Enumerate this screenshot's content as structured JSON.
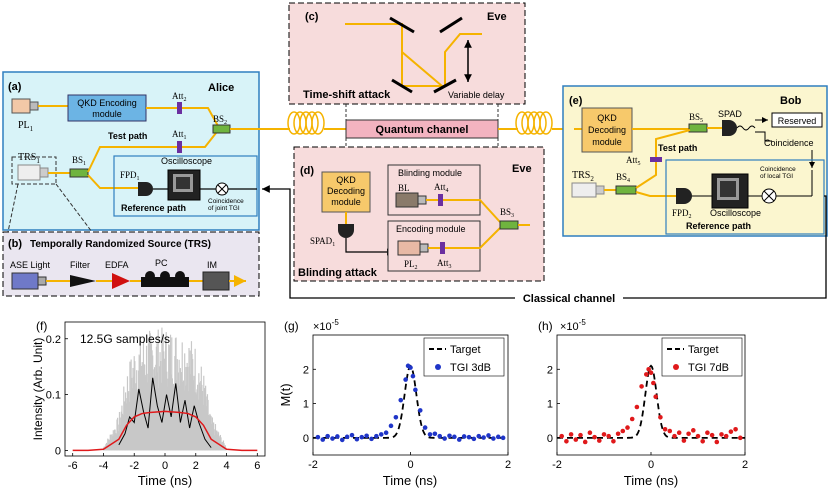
{
  "labels": {
    "a": "(a)",
    "b": "(b)",
    "c": "(c)",
    "d": "(d)",
    "e": "(e)",
    "f": "(f)",
    "g": "(g)",
    "h": "(h)"
  },
  "alice": {
    "title": "Alice",
    "pl1": "PL",
    "pl1_sub": "1",
    "qkd_encoding": [
      "QKD Encoding",
      "module"
    ],
    "att2": "Att",
    "att2_sub": "2",
    "att1": "Att",
    "att1_sub": "1",
    "bs2": "BS",
    "bs2_sub": "2",
    "bs1": "BS",
    "bs1_sub": "1",
    "trs1": "TRS",
    "trs1_sub": "1",
    "test_path": "Test path",
    "fpd1": "FPD",
    "fpd1_sub": "1",
    "oscilloscope": "Oscilloscope",
    "reference_path": "Reference path",
    "coincidence": [
      "Coincidence",
      "of joint TGI"
    ]
  },
  "trs": {
    "title": "Temporally Randomized Source (TRS)",
    "items": [
      "ASE Light",
      "Filter",
      "EDFA",
      "PC",
      "IM"
    ]
  },
  "eve_c": {
    "eve": "Eve",
    "title": "Time-shift attack",
    "delay": "Variable delay"
  },
  "quantum_channel": "Quantum channel",
  "classical_channel": "Classical channel",
  "eve_d": {
    "eve": "Eve",
    "qkd_decoding": [
      "QKD",
      "Decoding",
      "module"
    ],
    "blinding_module": "Blinding module",
    "bl": "BL",
    "att4": "Att",
    "att4_sub": "4",
    "encoding_module": "Encoding module",
    "pl2": "PL",
    "pl2_sub": "2",
    "att3": "Att",
    "att3_sub": "3",
    "bs3": "BS",
    "bs3_sub": "3",
    "spad1": "SPAD",
    "spad1_sub": "1",
    "title": "Blinding attack"
  },
  "bob": {
    "title": "Bob",
    "qkd_decoding": [
      "QKD",
      "Decoding",
      "module"
    ],
    "bs5": "BS",
    "bs5_sub": "5",
    "spad": "SPAD",
    "reserved": "Reserved",
    "coincidence": "Coincidence",
    "test_path": "Test path",
    "att5": "Att",
    "att5_sub": "5",
    "trs2": "TRS",
    "trs2_sub": "2",
    "bs4": "BS",
    "bs4_sub": "4",
    "fpd2": "FPD",
    "fpd2_sub": "2",
    "oscilloscope": "Oscilloscope",
    "coincidence_local": [
      "Coincidence",
      "of local TGI"
    ],
    "reference_path": "Reference path"
  },
  "panel_f": {
    "annotation": "12.5G samples/s",
    "ylabel": "Intensity (Arb. Unit)",
    "xlabel": "Time (ns)",
    "xticks": [
      "-6",
      "-4",
      "-2",
      "0",
      "2",
      "4",
      "6"
    ],
    "yticks": [
      "0",
      "0.1",
      "0.2"
    ]
  },
  "panel_g": {
    "ylabel": "M(t)",
    "xlabel": "Time (ns)",
    "exponent": "×10",
    "exponent_power": "-5",
    "xticks": [
      "-2",
      "0",
      "2"
    ],
    "yticks": [
      "0",
      "1",
      "2"
    ],
    "legend": [
      "Target",
      "TGI 3dB"
    ]
  },
  "panel_h": {
    "xlabel": "Time (ns)",
    "exponent": "×10",
    "exponent_power": "-5",
    "xticks": [
      "-2",
      "0",
      "2"
    ],
    "yticks": [
      "0",
      "1",
      "2"
    ],
    "legend": [
      "Target",
      "TGI 7dB"
    ]
  },
  "colors": {
    "beam": "#f5b300",
    "alice_bg": "#d8f3f8",
    "alice_border": "#2f7fbf",
    "eve_bg": "#f7dcdc",
    "bob_bg": "#fbf6cf",
    "module_orange": "#f7c96b",
    "module_blue": "#6cb4e4",
    "green": "#6fb43f",
    "purple": "#6b2fa0",
    "series_blue": "#1f35c8",
    "series_red": "#e0191b",
    "band_gray": "#c8c8c8"
  },
  "chart_data": [
    {
      "type": "line",
      "panel": "f",
      "xlabel": "Time (ns)",
      "ylabel": "Intensity (Arb. Unit)",
      "xlim": [
        -6.5,
        6.5
      ],
      "ylim": [
        -0.01,
        0.23
      ],
      "series": [
        {
          "values_from": "average_envelope",
          "x": [
            -6,
            -5,
            -4,
            -3,
            -2.5,
            -2,
            -1.5,
            -1,
            0,
            1,
            1.5,
            2,
            2.5,
            3,
            4,
            5,
            6
          ],
          "y": [
            0,
            0,
            0.002,
            0.02,
            0.045,
            0.06,
            0.066,
            0.068,
            0.07,
            0.068,
            0.066,
            0.06,
            0.045,
            0.02,
            0.002,
            0,
            0
          ]
        },
        {
          "values_from": "single_shot",
          "x": [
            -3,
            -2.6,
            -2.3,
            -2,
            -1.7,
            -1.4,
            -1.1,
            -0.8,
            -0.5,
            -0.2,
            0.1,
            0.4,
            0.7,
            1,
            1.3,
            1.6,
            1.9,
            2.2,
            2.6,
            3
          ],
          "y": [
            0.01,
            0.03,
            0.06,
            0.05,
            0.11,
            0.07,
            0.04,
            0.13,
            0.08,
            0.05,
            0.1,
            0.06,
            0.12,
            0.05,
            0.09,
            0.04,
            0.08,
            0.05,
            0.02,
            0.005
          ]
        }
      ]
    },
    {
      "type": "line",
      "panel": "g",
      "xlabel": "Time (ns)",
      "ylabel": "M(t)",
      "xlim": [
        -2,
        2
      ],
      "ylim": [
        -0.5,
        3
      ],
      "unit_scale": "×10^-5",
      "series": [
        {
          "name": "Target",
          "x": [
            -2,
            -0.8,
            -0.5,
            -0.3,
            -0.15,
            0,
            0.15,
            0.3,
            0.5,
            0.8,
            2
          ],
          "y": [
            0,
            0,
            0.05,
            0.5,
            1.4,
            2.1,
            1.4,
            0.5,
            0.05,
            0,
            0
          ]
        },
        {
          "name": "TGI 3dB",
          "x": [
            -1.9,
            -1.8,
            -1.7,
            -1.6,
            -1.5,
            -1.4,
            -1.3,
            -1.2,
            -1.1,
            -1.0,
            -0.9,
            -0.8,
            -0.7,
            -0.6,
            -0.5,
            -0.4,
            -0.3,
            -0.2,
            -0.1,
            -0.05,
            0,
            0.05,
            0.1,
            0.2,
            0.3,
            0.4,
            0.5,
            0.6,
            0.7,
            0.8,
            0.9,
            1.0,
            1.1,
            1.2,
            1.3,
            1.4,
            1.5,
            1.6,
            1.7,
            1.8,
            1.9
          ],
          "y": [
            0.02,
            -0.05,
            0.05,
            -0.02,
            0.04,
            -0.06,
            0.03,
            0.08,
            -0.04,
            0.02,
            0.06,
            -0.03,
            0.05,
            0.1,
            0.15,
            0.35,
            0.6,
            1.1,
            1.7,
            2.1,
            2.05,
            1.8,
            1.4,
            0.8,
            0.3,
            0.1,
            0.12,
            0.05,
            -0.02,
            0.06,
            0.03,
            -0.05,
            0.04,
            0.02,
            -0.03,
            0.05,
            0.01,
            0.07,
            -0.02,
            0.03,
            0.0
          ]
        }
      ]
    },
    {
      "type": "line",
      "panel": "h",
      "xlabel": "Time (ns)",
      "xlim": [
        -2,
        2
      ],
      "ylim": [
        -0.5,
        3
      ],
      "unit_scale": "×10^-5",
      "series": [
        {
          "name": "Target",
          "x": [
            -2,
            -0.8,
            -0.5,
            -0.3,
            -0.15,
            0,
            0.15,
            0.3,
            0.5,
            0.8,
            2
          ],
          "y": [
            0,
            0,
            0.05,
            0.5,
            1.4,
            2.1,
            1.4,
            0.5,
            0.05,
            0,
            0
          ]
        },
        {
          "name": "TGI 7dB",
          "x": [
            -1.9,
            -1.8,
            -1.7,
            -1.6,
            -1.5,
            -1.4,
            -1.3,
            -1.2,
            -1.1,
            -1.0,
            -0.9,
            -0.8,
            -0.7,
            -0.6,
            -0.5,
            -0.4,
            -0.3,
            -0.2,
            -0.1,
            -0.05,
            0,
            0.05,
            0.1,
            0.2,
            0.3,
            0.4,
            0.5,
            0.6,
            0.7,
            0.8,
            0.9,
            1.0,
            1.1,
            1.2,
            1.3,
            1.4,
            1.5,
            1.6,
            1.7,
            1.8,
            1.9
          ],
          "y": [
            0.05,
            -0.1,
            0.1,
            -0.05,
            0.08,
            -0.12,
            0.15,
            0.02,
            -0.08,
            0.1,
            0.05,
            -0.1,
            0.12,
            0.2,
            0.3,
            0.55,
            0.9,
            1.5,
            1.85,
            2.0,
            1.9,
            1.6,
            1.2,
            0.6,
            0.25,
            0.2,
            0.05,
            0.15,
            -0.08,
            0.12,
            0.22,
            0.05,
            -0.1,
            0.15,
            0.08,
            -0.12,
            0.1,
            0.05,
            0.18,
            0.25,
            0.0
          ]
        }
      ]
    }
  ]
}
